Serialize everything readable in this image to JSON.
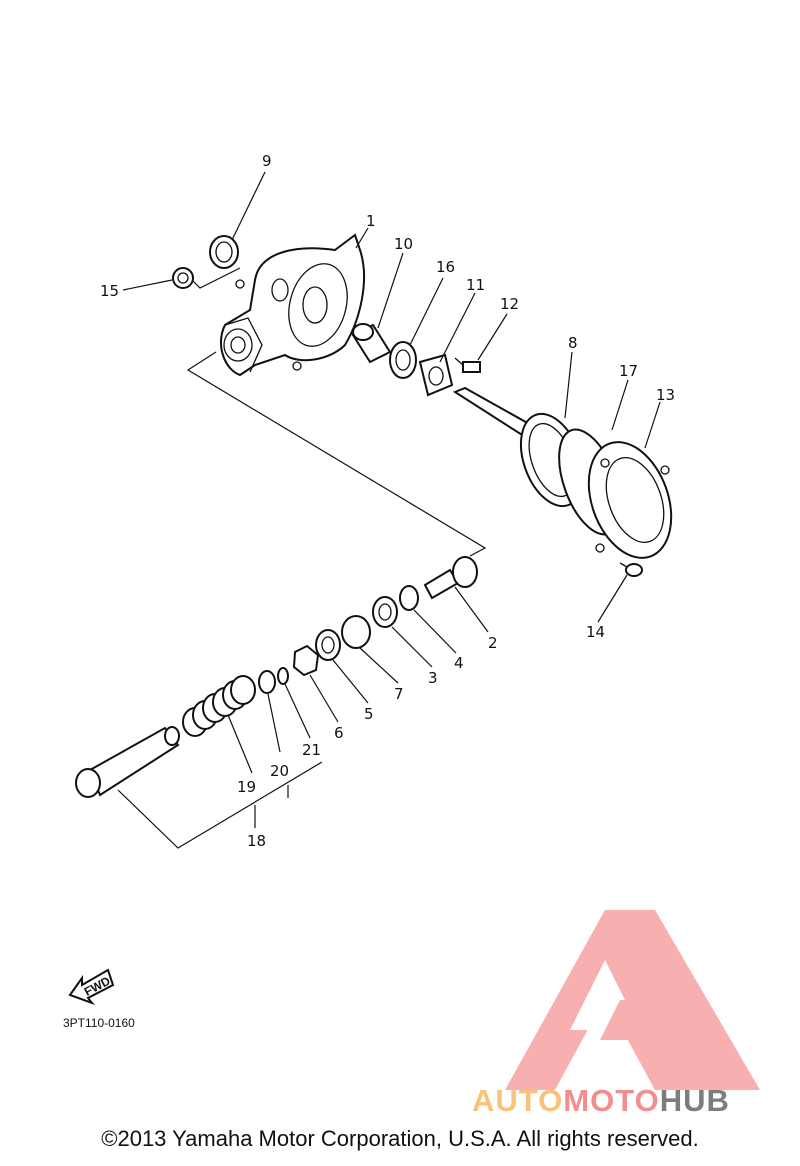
{
  "callouts": {
    "c1": "1",
    "c2": "2",
    "c3": "3",
    "c4": "4",
    "c5": "5",
    "c6": "6",
    "c7": "7",
    "c8": "8",
    "c9": "9",
    "c10": "10",
    "c11": "11",
    "c12": "12",
    "c13": "13",
    "c14": "14",
    "c15": "15",
    "c16": "16",
    "c17": "17",
    "c18": "18",
    "c19": "19",
    "c20": "20",
    "c21": "21"
  },
  "fwd_label": "FWD",
  "diagram_code": "3PT110-0160",
  "watermark": {
    "part1": "AUTO",
    "part2": "MOTO",
    "part3": "HUB",
    "colors": {
      "auto": "#f7c27a",
      "moto": "#f48d8d",
      "hub": "#7d7d7d",
      "logo": "#f59191"
    }
  },
  "copyright": "©2013 Yamaha Motor Corporation, U.S.A. All rights reserved."
}
